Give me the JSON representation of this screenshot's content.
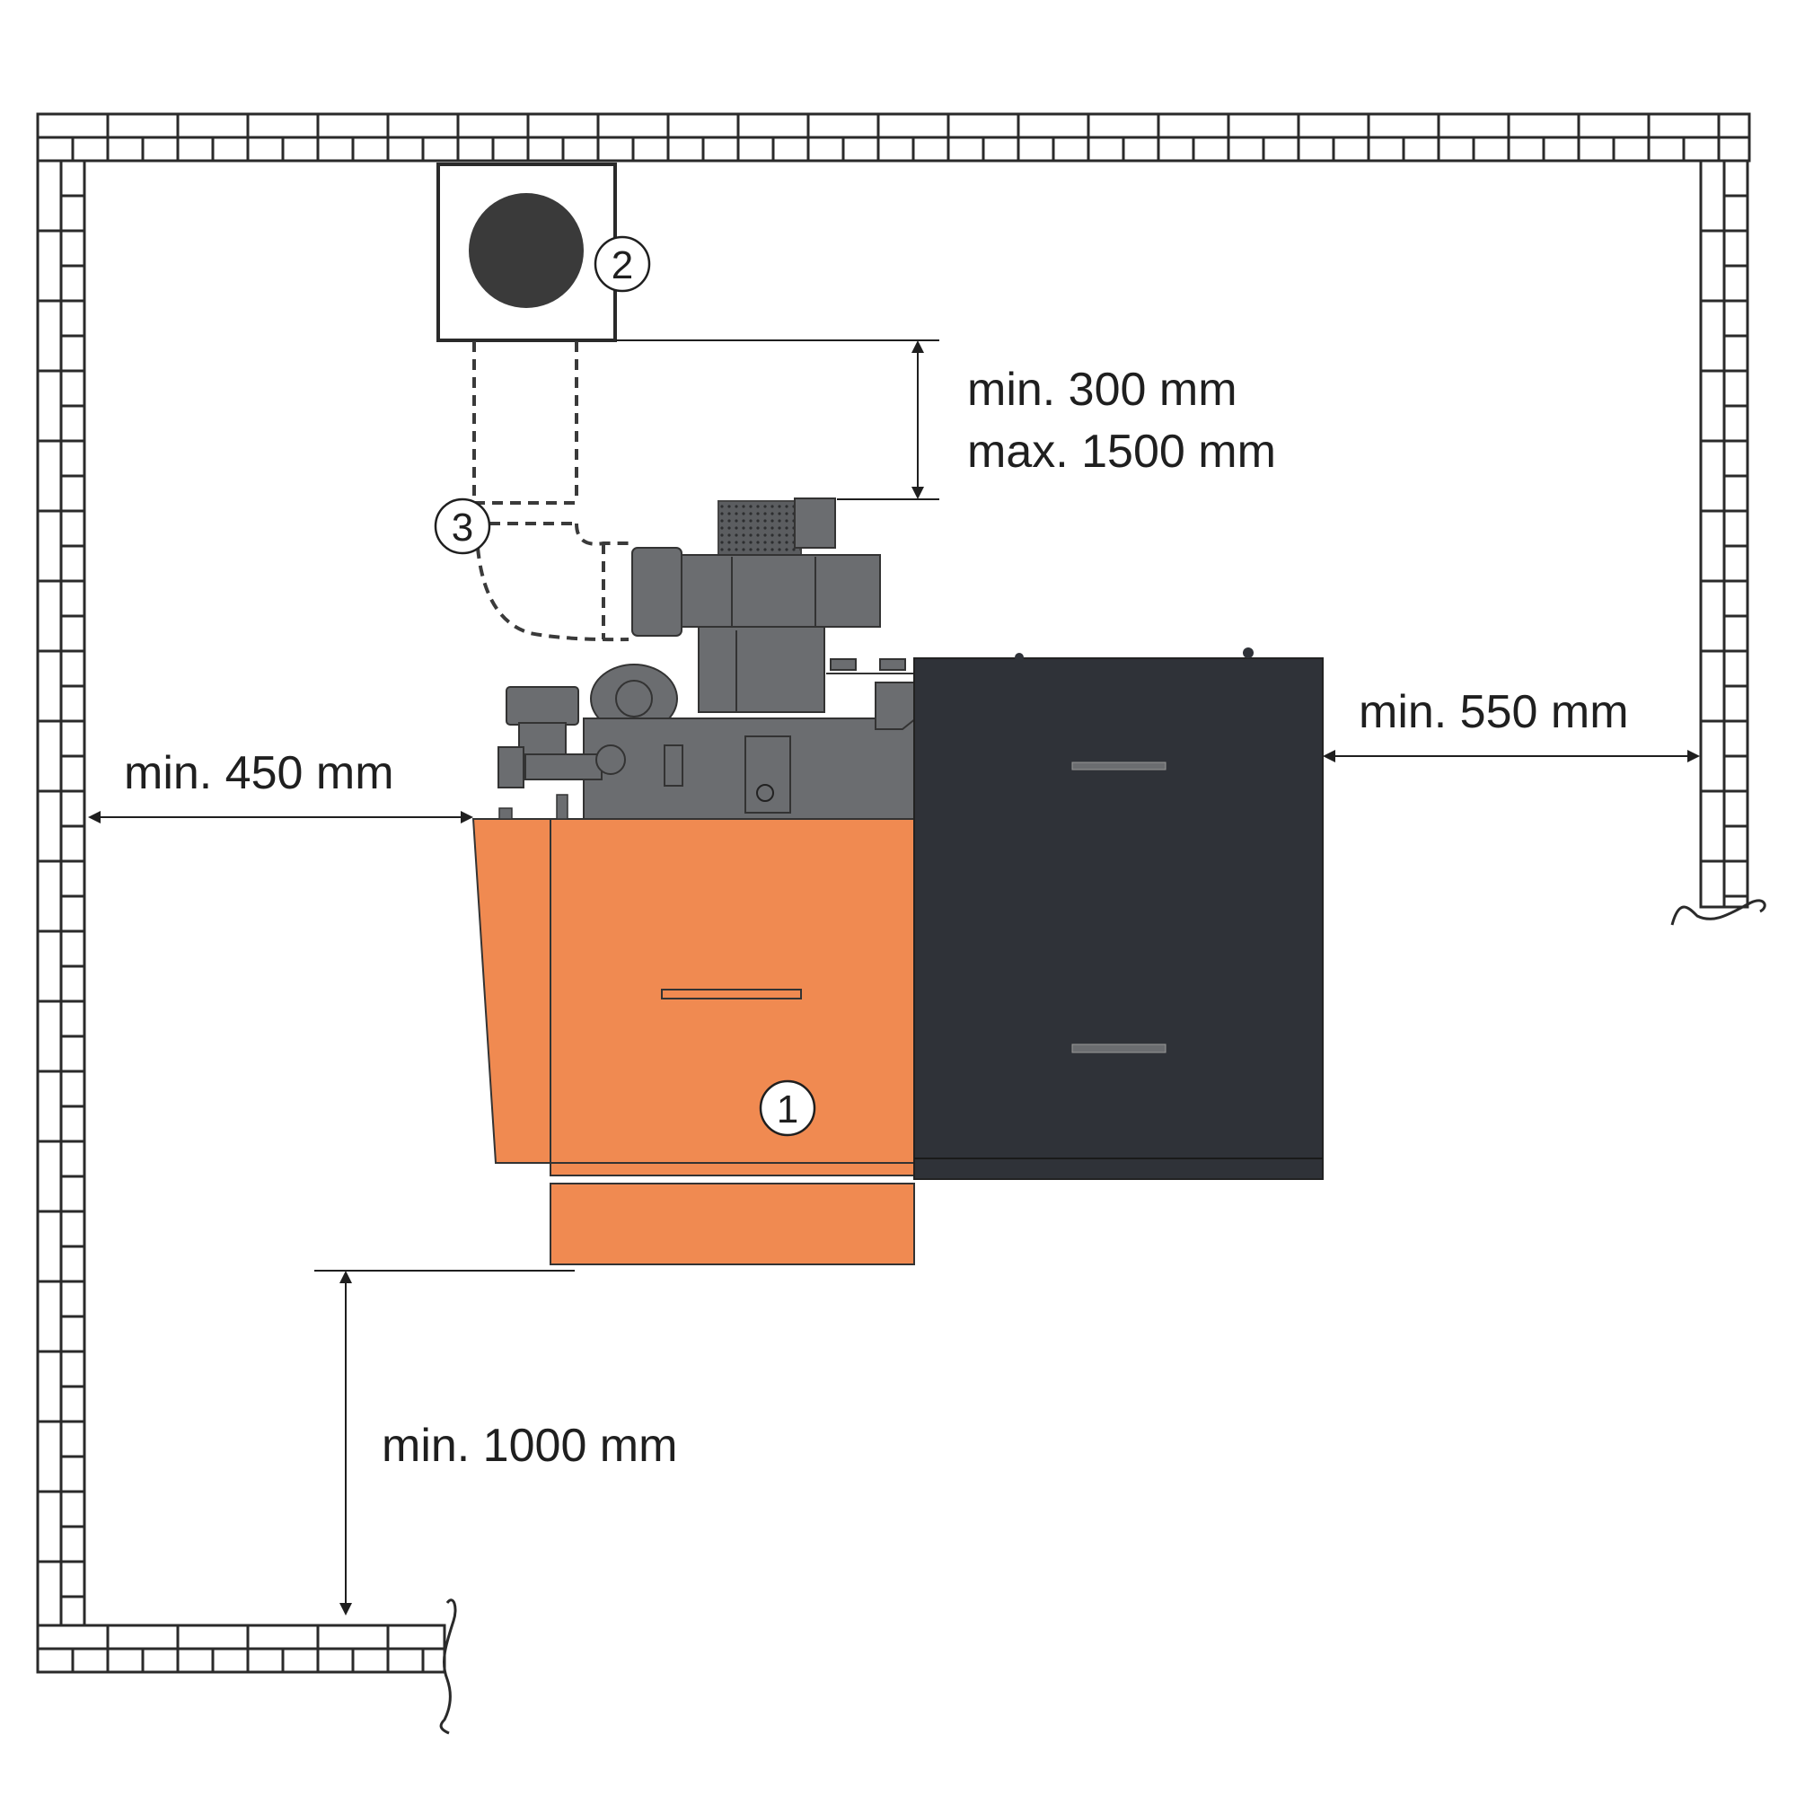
{
  "colors": {
    "wall_fill": "#ffffff",
    "wall_stroke": "#2a2a2a",
    "boiler_orange": "#f08a51",
    "storage_dark": "#2f3238",
    "burner_grey": "#6b6d70",
    "chimney_flue": "#3a3a3a",
    "dashed_pipe": "#3a3a3a",
    "dimension_line": "#1f1f1f"
  },
  "dimensions": {
    "chimney_gap_min": "min. 300 mm",
    "chimney_gap_max": "max. 1500 mm",
    "side_right": "min. 550 mm",
    "side_left": "min. 450 mm",
    "front": "min. 1000 mm"
  },
  "callouts": [
    {
      "id": "boiler",
      "label": "1"
    },
    {
      "id": "chimney",
      "label": "2"
    },
    {
      "id": "flue-connector",
      "label": "3"
    }
  ]
}
